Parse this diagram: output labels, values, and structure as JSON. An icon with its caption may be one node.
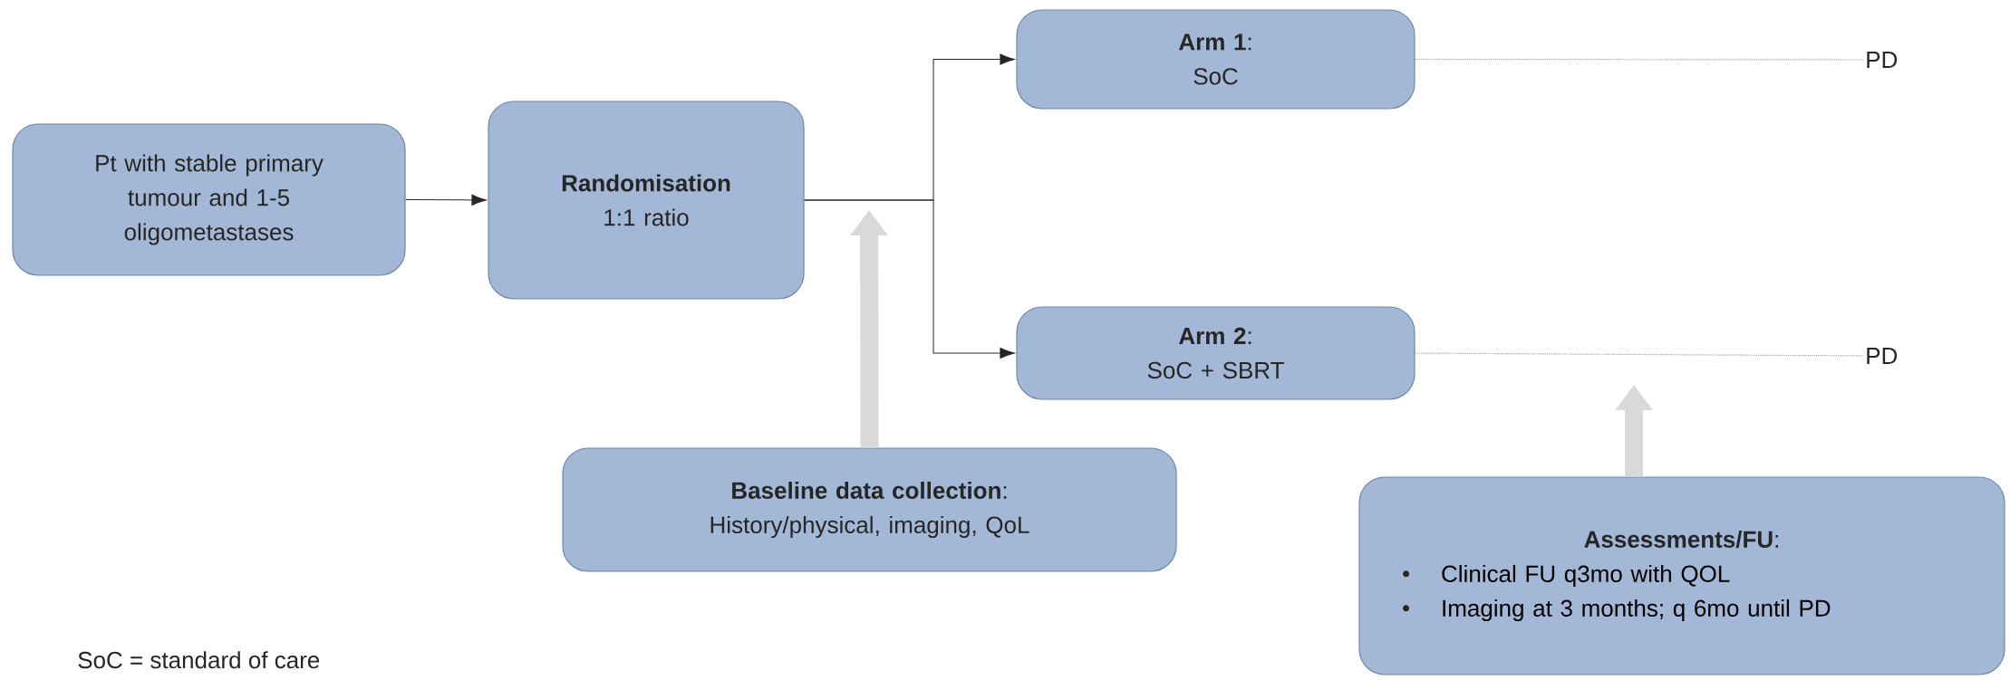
{
  "diagram": {
    "nodes": [
      {
        "text": [
          "Pt with stable primary tumour and 1-5 oligometastases"
        ]
      },
      {
        "text": [
          "Randomisation",
          "1:1 ratio"
        ]
      },
      {
        "text": [
          "**Arm 1**:",
          "SoC"
        ]
      },
      {
        "text": [
          "**Arm 2**:",
          "SoC + SBRT"
        ]
      },
      {
        "text": [
          "PD"
        ]
      },
      {
        "text": [
          "PD"
        ]
      },
      {
        "text": [
          "**Baseline data collection**:",
          "History/physical, imaging, QoL"
        ]
      },
      {
        "text": [
          "**Assessments/FU**:",
          "Clinical FU q3mo with QOL",
          "Imaging at 3 months; q 6mo until PD"
        ]
      }
    ],
    "edges": [
      {
        "from": 0,
        "to": 1,
        "arrow": "to"
      },
      {
        "from": 1,
        "to": 2,
        "arrow": "to"
      },
      {
        "from": 1,
        "to": 3,
        "arrow": "to"
      },
      {
        "from": 2,
        "to": 4,
        "arrow": "none",
        "style": "dashed",
        "color": "#a6a6a6"
      },
      {
        "from": 3,
        "to": 5,
        "arrow": "none",
        "style": "dashed",
        "color": "#a6a6a6"
      },
      {
        "from": 6,
        "to": null,
        "arrow": "to",
        "style": "thick",
        "color": "#d9d9d9"
      },
      {
        "from": 7,
        "to": null,
        "arrow": "to",
        "style": "thick",
        "color": "#d9d9d9"
      }
    ],
    "labels": [
      "SoC = standard of care"
    ]
  }
}
